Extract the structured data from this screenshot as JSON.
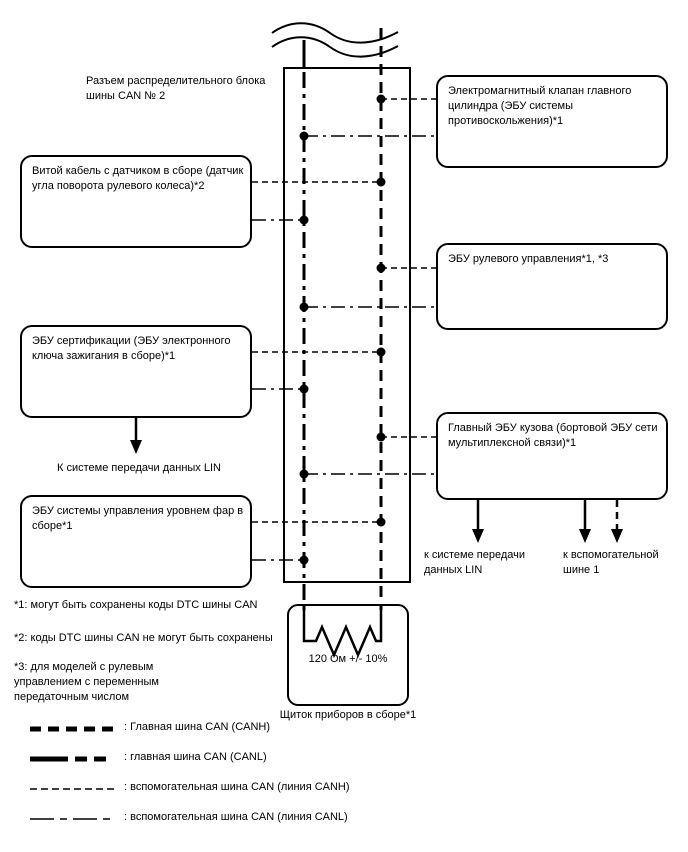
{
  "title_note": "Разъем распределительного блока шины CAN № 2",
  "left_boxes": [
    {
      "name": "steering-angle-sensor",
      "text": "Витой кабель с датчиком в сборе (датчик угла поворота рулевого колеса)*2"
    },
    {
      "name": "certification-ecu",
      "text": "ЭБУ сертификации (ЭБУ электронного ключа зажигания в сборе)*1"
    },
    {
      "name": "headlight-leveling-ecu",
      "text": "ЭБУ системы управления уровнем фар в сборе*1"
    }
  ],
  "right_boxes": [
    {
      "name": "master-cylinder-solenoid",
      "text": "Электромагнитный клапан главного цилиндра (ЭБУ системы противоскольжения)*1"
    },
    {
      "name": "steering-ecu",
      "text": "ЭБУ рулевого управления*1, *3"
    },
    {
      "name": "main-body-ecu",
      "text": "Главный ЭБУ кузова (бортовой ЭБУ сети мультиплексной связи)*1"
    }
  ],
  "arrows": {
    "left_lin": "К системе передачи данных LIN",
    "right_lin": "к системе передачи\nданных LIN",
    "right_sub_bus": "к вспомогательной\nшине 1"
  },
  "terminator": {
    "resistor_value": "120 Ом +/- 10%",
    "caption": "Щиток приборов в сборе*1"
  },
  "footnotes": [
    "*1: могут быть сохранены коды DTC шины CAN",
    "*2: коды DTC шины CAN не могут быть сохранены",
    "*3: для моделей с рулевым\nуправлением с переменным\nпередаточным числом"
  ],
  "legend": [
    {
      "name": "main-can-canh",
      "text": ": Главная шина CAN (CANH)",
      "style": "thick-dashed"
    },
    {
      "name": "main-can-canl",
      "text": ": главная шина CAN (CANL)",
      "style": "thick-dashdot"
    },
    {
      "name": "sub-can-canh",
      "text": ": вспомогательная шина CAN (линия CANH)",
      "style": "thin-dashed"
    },
    {
      "name": "sub-can-canl",
      "text": ": вспомогательная шина CAN (линия CANL)",
      "style": "thin-dashdot"
    }
  ],
  "colors": {
    "line": "#000000",
    "background": "#ffffff"
  }
}
